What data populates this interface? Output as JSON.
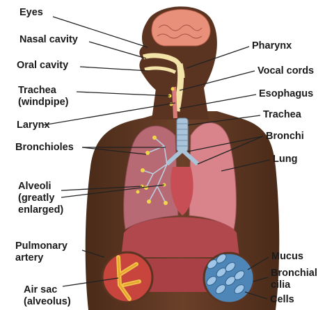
{
  "labels": {
    "eyes": "Eyes",
    "nasal_cavity": "Nasal cavity",
    "oral_cavity": "Oral cavity",
    "trachea_windpipe": [
      "Trachea",
      "(windpipe)"
    ],
    "larynx": "Larynx",
    "bronchioles": "Bronchioles",
    "alveoli": [
      "Alveoli",
      "(greatly",
      "enlarged)"
    ],
    "pulmonary_artery": [
      "Pulmonary",
      "artery"
    ],
    "air_sac": [
      "Air sac",
      "(alveolus)"
    ],
    "pharynx": "Pharynx",
    "vocal_cords": "Vocal cords",
    "esophagus": "Esophagus",
    "trachea": "Trachea",
    "bronchi": "Bronchi",
    "lung": "Lung",
    "mucus": "Mucus",
    "bronchial_cilia": [
      "Bronchial",
      "cilia"
    ],
    "cells": "Cells"
  },
  "colors": {
    "skin": "#5a3420",
    "skin_dark": "#3e2213",
    "brain": "#e9907b",
    "lung_left": "#b86a74",
    "lung_right": "#d9838b",
    "diaphragm": "#b0484d",
    "trachea": "#a9c4d8",
    "airway": "#f3e3a8",
    "alveoli": "#f0d64a",
    "inset_left": "#c7453d",
    "inset_right": "#4f86b8"
  }
}
